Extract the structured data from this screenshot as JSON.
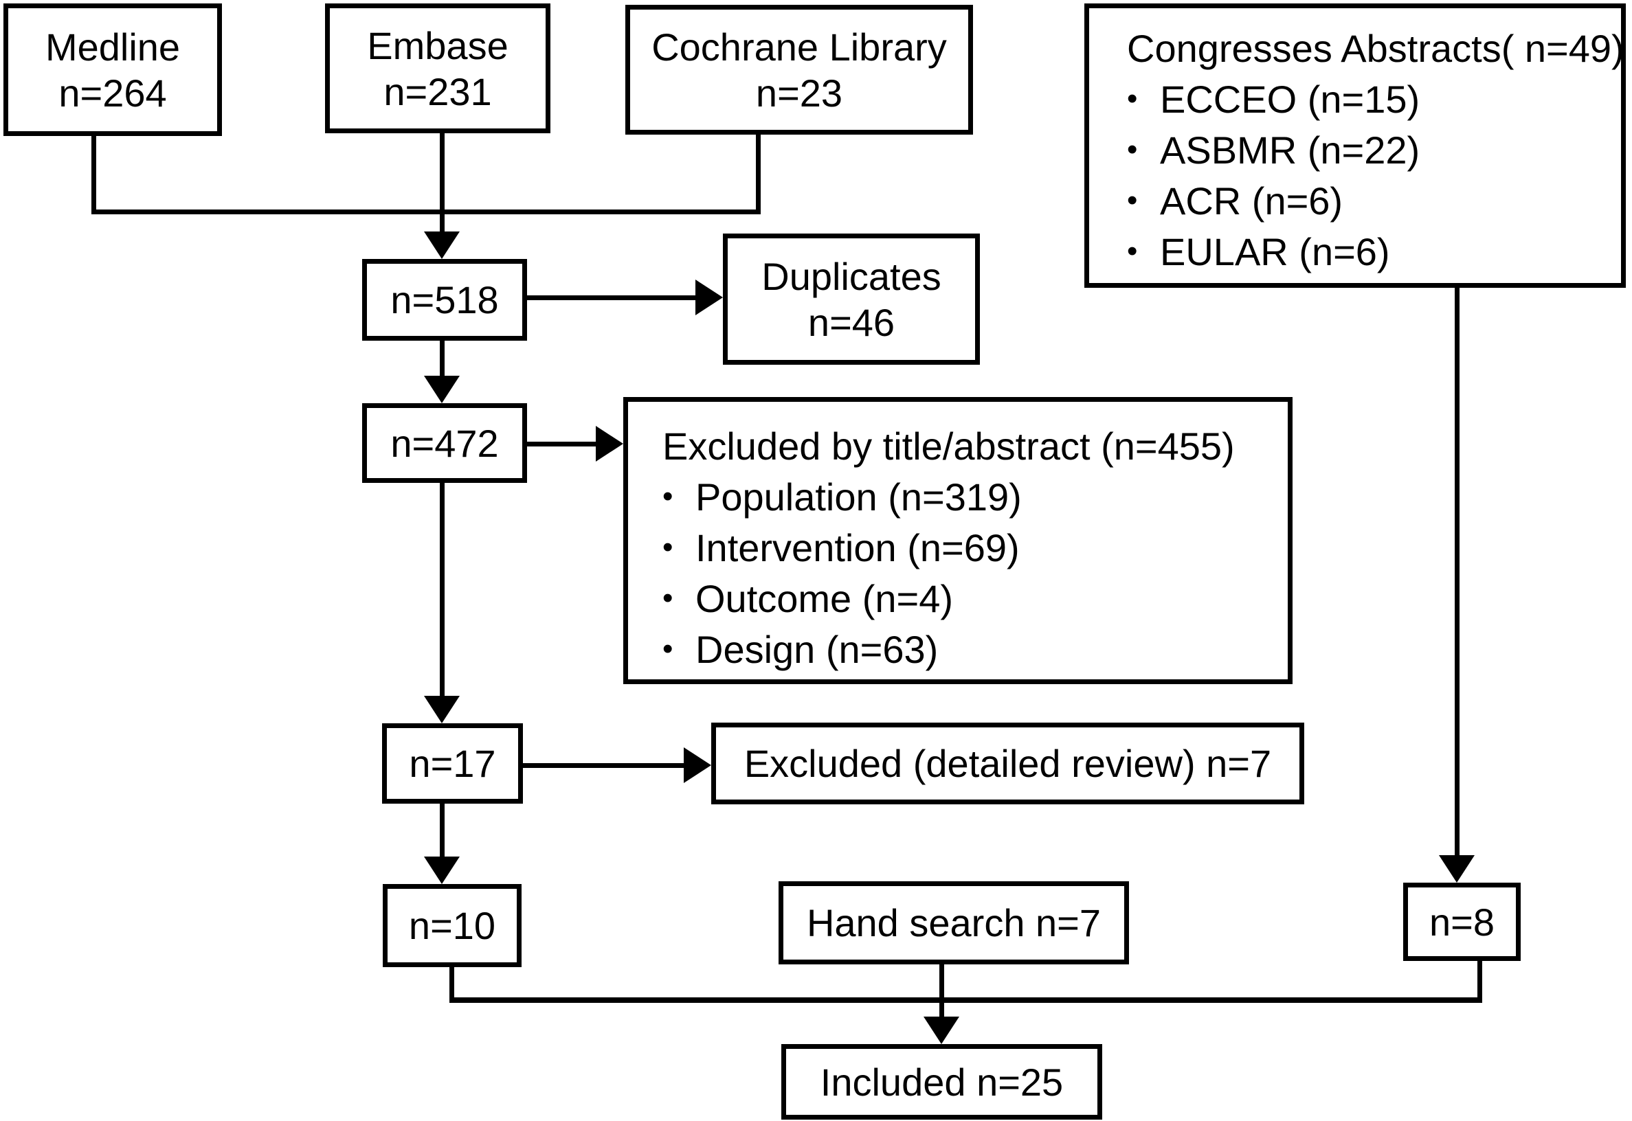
{
  "figure": {
    "type": "study-selection-flowchart",
    "background_color": "#ffffff",
    "line_color": "#000000"
  },
  "glyphs": {
    "bullet": "•"
  },
  "boxes": {
    "medline": {
      "lines": [
        "Medline",
        "n=264"
      ]
    },
    "embase": {
      "lines": [
        "Embase",
        "n=231"
      ]
    },
    "cochrane": {
      "lines": [
        "Cochrane Library",
        "n=23"
      ]
    },
    "congresses": {
      "title": "Congresses Abstracts( n=49)",
      "items": [
        "ECCEO (n=15)",
        "ASBMR (n=22)",
        "ACR (n=6)",
        "EULAR (n=6)"
      ]
    },
    "pooled": {
      "label": "n=518"
    },
    "duplicates": {
      "lines": [
        "Duplicates",
        "n=46"
      ]
    },
    "after_duplicates": {
      "label": "n=472"
    },
    "excluded_title_abstract": {
      "title": "Excluded by title/abstract (n=455)",
      "items": [
        "Population (n=319)",
        "Intervention (n=69)",
        "Outcome (n=4)",
        "Design (n=63)"
      ]
    },
    "detailed_review": {
      "label": "n=17"
    },
    "excluded_detailed": {
      "label": "Excluded (detailed review) n=7"
    },
    "after_detailed": {
      "label": "n=10"
    },
    "hand_search": {
      "label": "Hand search n=7"
    },
    "congress_included": {
      "label": "n=8"
    },
    "included": {
      "label": "Included n=25"
    }
  }
}
